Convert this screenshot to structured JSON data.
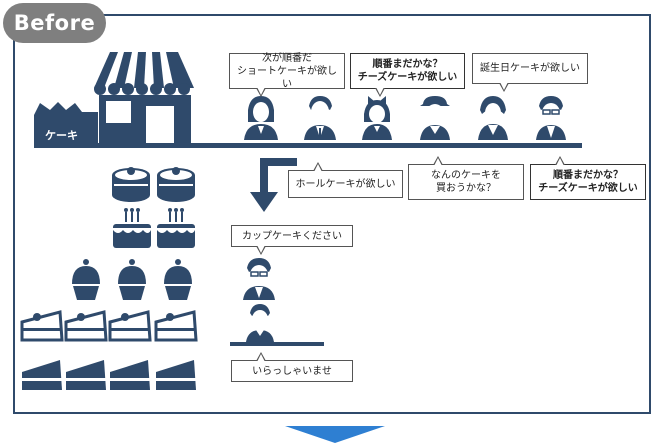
{
  "tab": {
    "label": "Before"
  },
  "shop": {
    "sign_label": "ケーキ"
  },
  "bubbles": {
    "b1": "次が順番だ\nショートケーキが欲しい",
    "b2": "順番まだかな？\nチーズケーキが欲しい",
    "b3": "誕生日ケーキが欲しい",
    "b4": "ホールケーキが欲しい",
    "b5": "なんのケーキを\n買おうかな？",
    "b6": "順番まだかな？\nチーズケーキが欲しい",
    "b7": "カップケーキください",
    "b8": "いらっしゃいませ"
  },
  "colors": {
    "navy": "#2f4a6b",
    "arrow_blue": "#2e7fd2",
    "tab_gray": "#7f7f7f"
  },
  "icons": [
    "shop-icon",
    "person-icon",
    "cake-icon",
    "arrow-icon"
  ]
}
